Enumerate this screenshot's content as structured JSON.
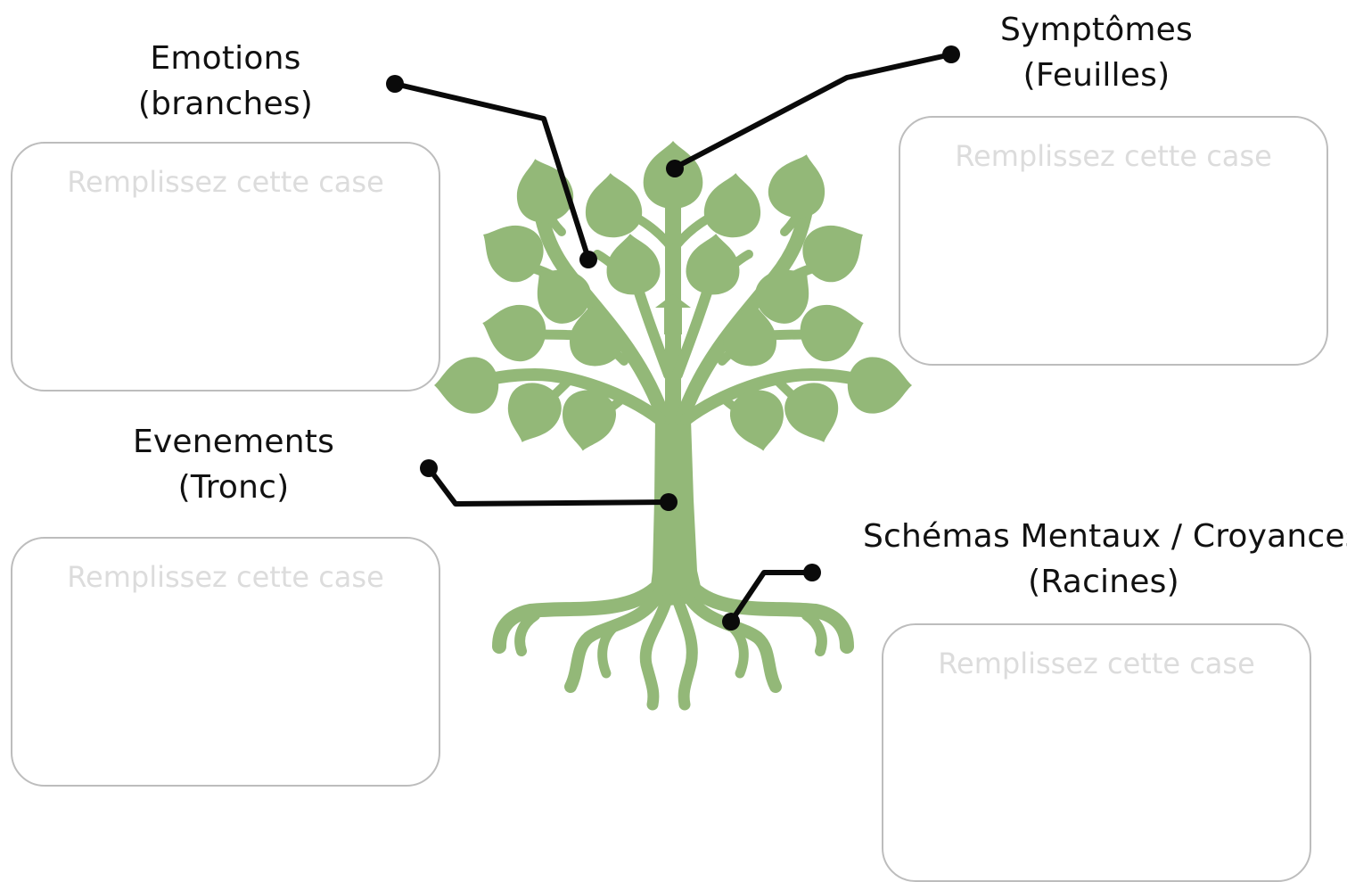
{
  "labels": {
    "emotions": {
      "line1": "Emotions",
      "line2": "(branches)"
    },
    "symptomes": {
      "line1": "Symptômes",
      "line2": "(Feuilles)"
    },
    "evenements": {
      "line1": "Evenements",
      "line2": "(Tronc)"
    },
    "schemas": {
      "line1": "Schémas Mentaux / Croyances",
      "line2": "(Racines)"
    }
  },
  "boxes": {
    "emotions": {
      "placeholder": "Remplissez cette case"
    },
    "symptomes": {
      "placeholder": "Remplissez cette case"
    },
    "evenements": {
      "placeholder": "Remplissez cette case"
    },
    "schemas": {
      "placeholder": "Remplissez cette case"
    }
  },
  "colors": {
    "tree": "#93b878",
    "connector": "#0a0a0a",
    "box_border": "#bdbdbd",
    "placeholder_text": "#dcdcdc"
  },
  "icons": {
    "tree": "tree-illustration",
    "connector_dot": "filled-circle"
  }
}
